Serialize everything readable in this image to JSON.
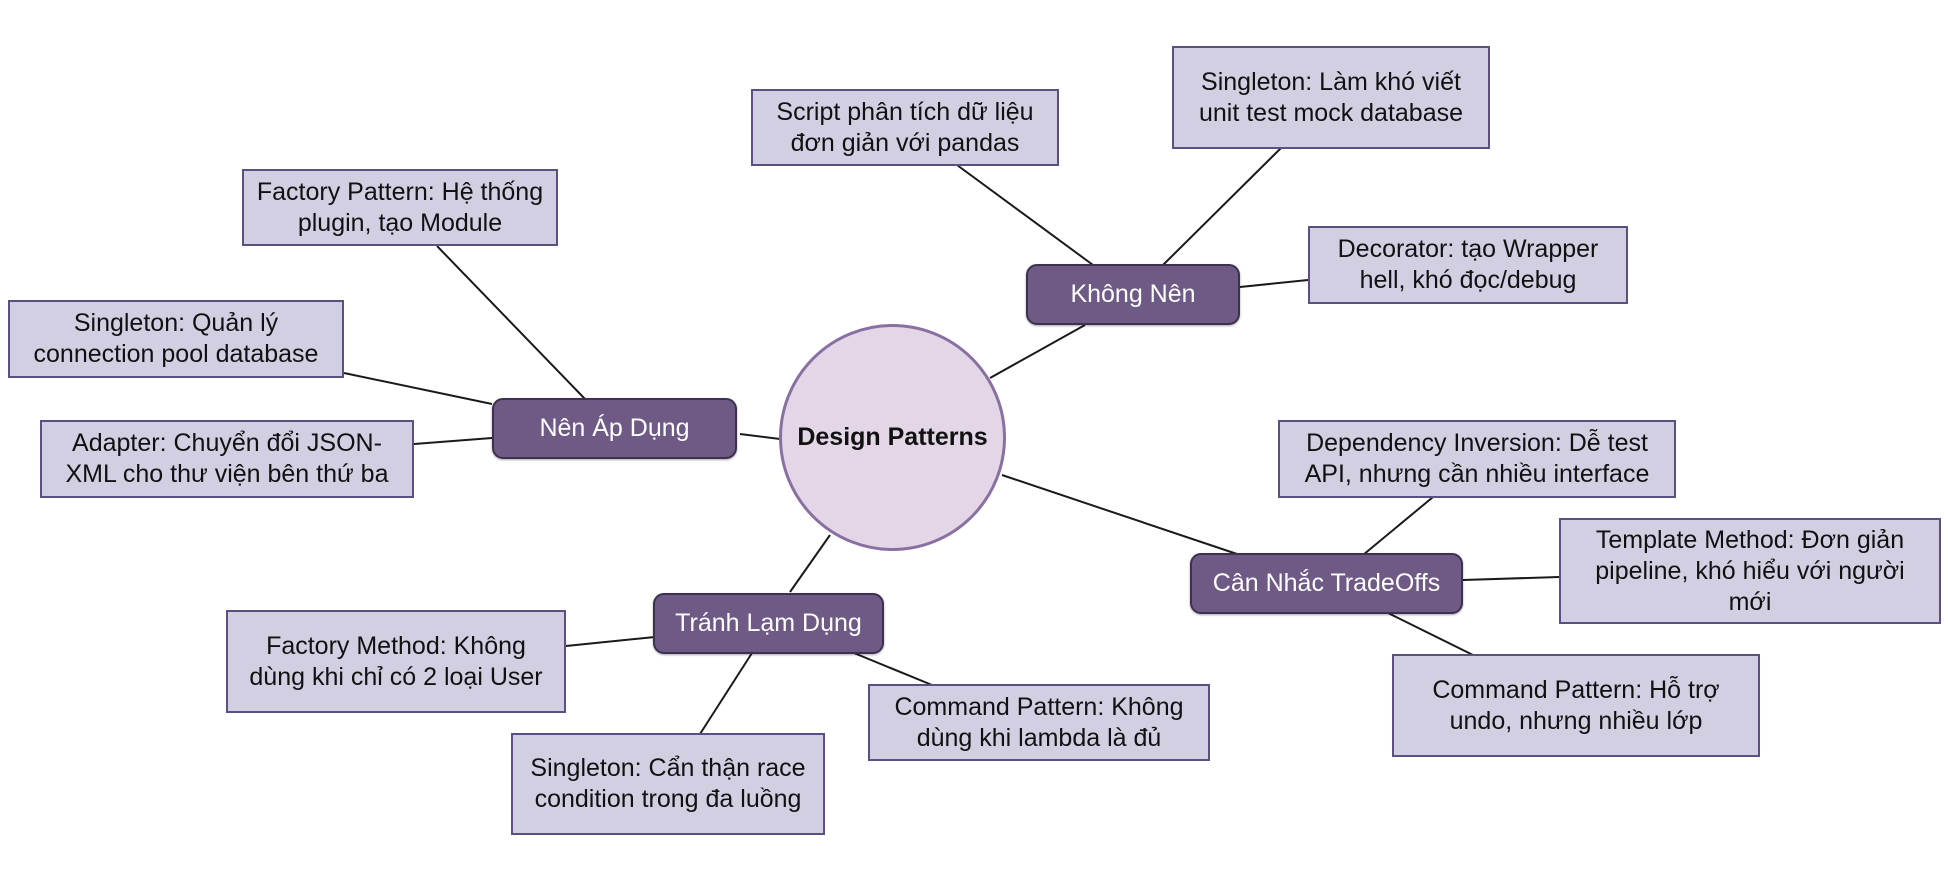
{
  "colors": {
    "center_fill": "#e3d6e6",
    "center_border": "#8a6fa3",
    "branch_fill": "#6e5a85",
    "branch_border": "#3e3150",
    "leaf_fill": "#d2cfe3",
    "leaf_border": "#5c4f82",
    "line": "#1a1a1a"
  },
  "center": {
    "label": "Design Patterns"
  },
  "branches": [
    {
      "id": "nen-ap-dung",
      "label": "Nên Áp Dụng",
      "leaves": [
        "Factory Pattern: Hệ thống\nplugin, tạo Module",
        "Singleton: Quản lý\nconnection pool database",
        "Adapter: Chuyển đổi JSON-\nXML cho thư viện bên thứ ba"
      ]
    },
    {
      "id": "khong-nen",
      "label": "Không Nên",
      "leaves": [
        "Script phân tích dữ liệu\nđơn giản với pandas",
        "Singleton: Làm khó viết\nunit test mock database",
        "Decorator: tạo Wrapper\nhell, khó đọc/debug"
      ]
    },
    {
      "id": "can-nhac-tradeoffs",
      "label": "Cân Nhắc TradeOffs",
      "leaves": [
        "Dependency Inversion: Dễ test\nAPI, nhưng cần nhiều interface",
        "Template Method: Đơn giản\npipeline, khó hiểu với người\nmới",
        "Command Pattern: Hỗ trợ\nundo, nhưng nhiều lớp"
      ]
    },
    {
      "id": "tranh-lam-dung",
      "label": "Tránh Lạm Dụng",
      "leaves": [
        "Factory Method: Không\ndùng khi chỉ có 2 loại User",
        "Singleton: Cẩn thận race\ncondition trong đa luồng",
        "Command Pattern: Không\ndùng khi lambda là đủ"
      ]
    }
  ]
}
